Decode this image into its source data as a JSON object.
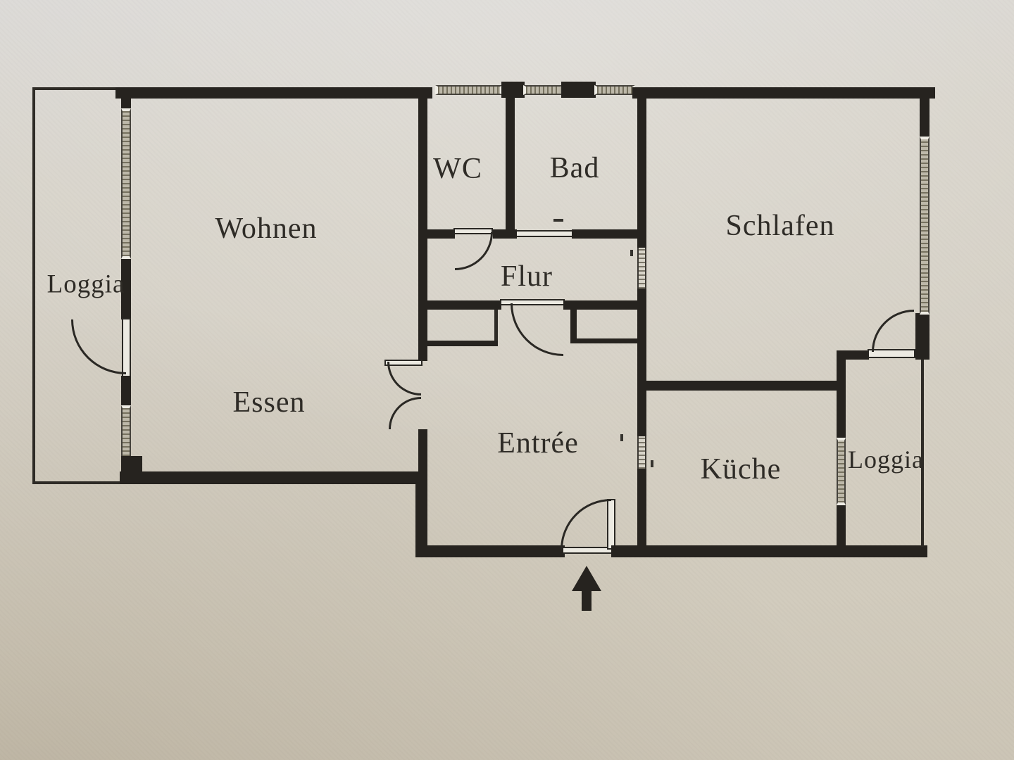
{
  "plan_type": "apartment-floor-plan",
  "rooms": [
    {
      "id": "wohnen",
      "label": "Wohnen"
    },
    {
      "id": "loggia-left",
      "label": "Loggia"
    },
    {
      "id": "essen",
      "label": "Essen"
    },
    {
      "id": "wc",
      "label": "WC"
    },
    {
      "id": "bad",
      "label": "Bad"
    },
    {
      "id": "flur",
      "label": "Flur"
    },
    {
      "id": "entree",
      "label": "Entrée"
    },
    {
      "id": "schlafen",
      "label": "Schlafen"
    },
    {
      "id": "kueche",
      "label": "Küche"
    },
    {
      "id": "loggia-right",
      "label": "Loggia"
    }
  ],
  "symbols": {
    "entrance_arrow_direction": "up"
  },
  "colors": {
    "paper": "#d6d1c6",
    "wall": "#26231f",
    "line": "#2a2824",
    "thin": "#2e2b26",
    "window_line": "#45423c",
    "window_fill": "#76715f",
    "text": "#2f2c27"
  }
}
